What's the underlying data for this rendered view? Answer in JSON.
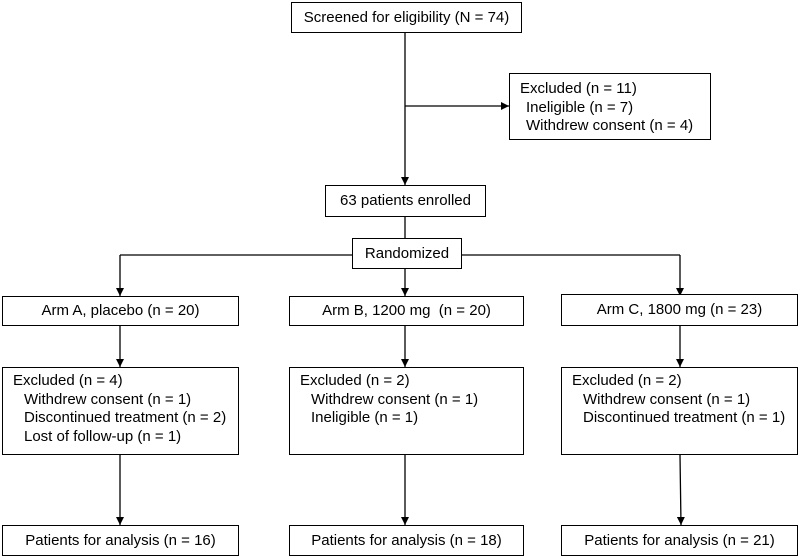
{
  "screened": {
    "label": "Screened for eligibility (N = 74)"
  },
  "excluded_initial": {
    "title": "Excluded (n = 11)",
    "reasons": [
      "Ineligible (n = 7)",
      "Withdrew consent (n = 4)"
    ]
  },
  "enrolled": {
    "label": "63 patients enrolled"
  },
  "randomized": {
    "label": "Randomized"
  },
  "arms": [
    {
      "label": "Arm A, placebo (n = 20)",
      "excluded_title": "Excluded (n = 4)",
      "excluded_reasons": [
        "Withdrew consent (n = 1)",
        "Discontinued treatment (n = 2)",
        "Lost of follow-up (n = 1)"
      ],
      "analysis": "Patients for analysis (n = 16)"
    },
    {
      "label": "Arm B, 1200 mg  (n = 20)",
      "excluded_title": "Excluded (n = 2)",
      "excluded_reasons": [
        "Withdrew consent (n = 1)",
        "Ineligible (n = 1)"
      ],
      "analysis": "Patients for analysis (n = 18)"
    },
    {
      "label": "Arm C, 1800 mg (n = 23)",
      "excluded_title": "Excluded (n = 2)",
      "excluded_reasons": [
        "Withdrew consent (n = 1)",
        "Discontinued treatment (n = 1)"
      ],
      "analysis": "Patients for analysis (n = 21)"
    }
  ]
}
